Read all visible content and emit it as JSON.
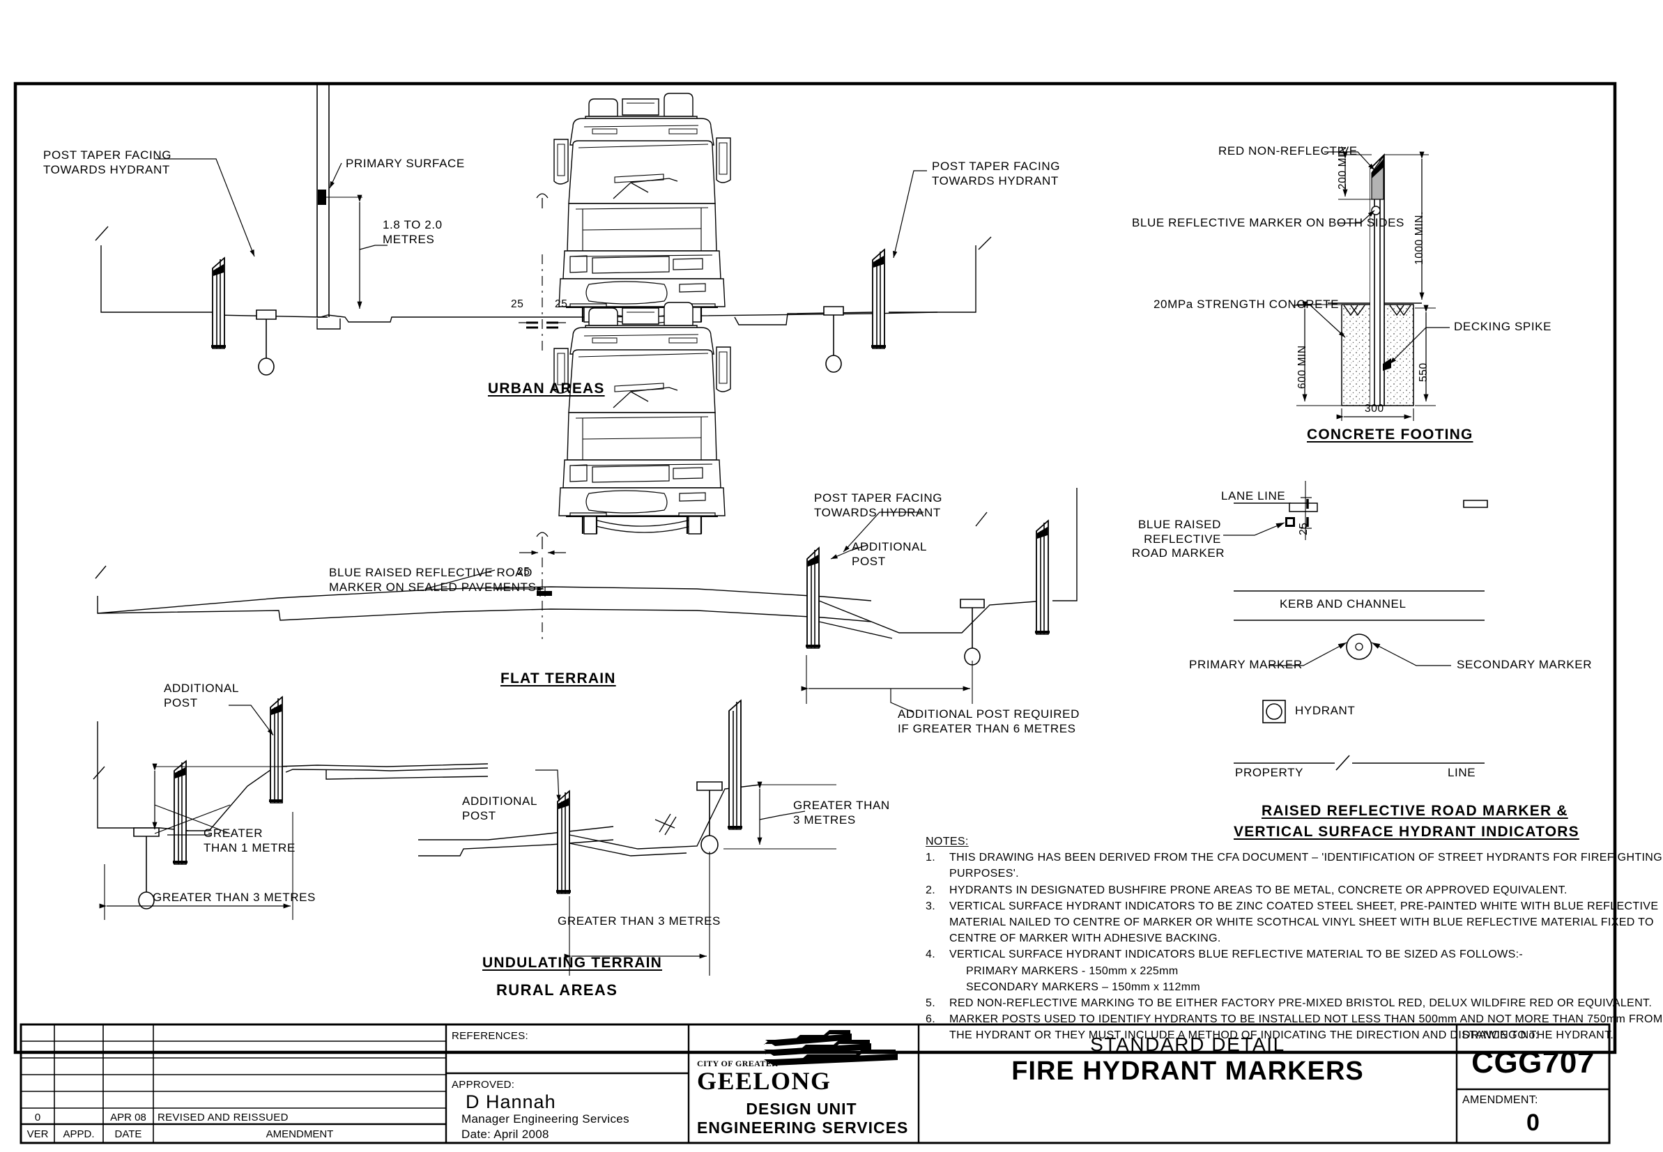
{
  "sheet": {
    "drawing_number_label": "DRAWING No:",
    "drawing_number": "CGG707",
    "amendment_label": "AMENDMENT:",
    "amendment": "0",
    "standard_detail": "STANDARD DETAIL",
    "title": "FIRE HYDRANT MARKERS",
    "references_label": "REFERENCES:",
    "approved_label": "APPROVED:",
    "approved_name": "D Hannah",
    "approved_position": "Manager Engineering Services",
    "approved_date": "Date: April 2008"
  },
  "logo": {
    "city_of_greater": "CITY OF GREATER",
    "geelong": "GEELONG",
    "design_unit": "DESIGN  UNIT",
    "engineering_services": "ENGINEERING  SERVICES"
  },
  "revision_table": {
    "headers": [
      "VER",
      "APPD.",
      "DATE",
      "AMENDMENT"
    ],
    "rows": [
      {
        "ver": "",
        "appd": "",
        "date": "",
        "amendment": ""
      },
      {
        "ver": "",
        "appd": "",
        "date": "",
        "amendment": ""
      },
      {
        "ver": "",
        "appd": "",
        "date": "",
        "amendment": ""
      },
      {
        "ver": "",
        "appd": "",
        "date": "",
        "amendment": ""
      },
      {
        "ver": "",
        "appd": "",
        "date": "",
        "amendment": ""
      },
      {
        "ver": "",
        "appd": "",
        "date": "",
        "amendment": ""
      },
      {
        "ver": "0",
        "appd": "",
        "date": "APR 08",
        "amendment": "REVISED AND REISSUED"
      }
    ]
  },
  "urban": {
    "section_title": "URBAN AREAS",
    "post_taper_left": "POST TAPER FACING\nTOWARDS HYDRANT",
    "post_taper_right": "POST TAPER FACING\nTOWARDS HYDRANT",
    "primary_surface": "PRIMARY SURFACE",
    "height_dim": "1.8 TO 2.0\nMETRES",
    "dim_left": "25",
    "dim_right": "25"
  },
  "flat": {
    "section_title": "FLAT TERRAIN",
    "blue_marker": "BLUE RAISED REFLECTIVE ROAD\nMARKER ON SEALED PAVEMENTS",
    "dim_25": "25",
    "post_taper": "POST TAPER FACING\nTOWARDS HYDRANT",
    "additional_post": "ADDITIONAL\nPOST",
    "additional_required": "ADDITIONAL POST REQUIRED\nIF GREATER THAN 6 METRES"
  },
  "undulating": {
    "section_title": "UNDULATING TERRAIN",
    "rural_title": "RURAL AREAS",
    "left": {
      "additional_post": "ADDITIONAL\nPOST",
      "greater_1m": "GREATER\nTHAN 1 METRE",
      "greater_3m": "GREATER THAN 3 METRES"
    },
    "right": {
      "additional_post": "ADDITIONAL\nPOST",
      "greater_3m_vert": "GREATER THAN\n3 METRES",
      "greater_3m_horiz": "GREATER THAN 3 METRES"
    }
  },
  "footing": {
    "section_title": "CONCRETE FOOTING",
    "red_non_reflective": "RED NON-REFLECTIVE",
    "blue_reflective": "BLUE REFLECTIVE MARKER ON BOTH SIDES",
    "concrete": "20MPa STRENGTH CONCRETE",
    "decking_spike": "DECKING SPIKE",
    "dim_200": "200 MIN",
    "dim_1000": "1000 MIN.",
    "dim_600": "600 MIN",
    "dim_550": "550",
    "dim_300": "300"
  },
  "road_marker": {
    "section_title_line1": "RAISED REFLECTIVE ROAD MARKER &",
    "section_title_line2": "VERTICAL SURFACE HYDRANT INDICATORS",
    "lane_line": "LANE LINE",
    "blue_raised": "BLUE RAISED\nREFLECTIVE\nROAD MARKER",
    "dim_25": "25",
    "kerb_and_channel": "KERB AND CHANNEL",
    "primary_marker": "PRIMARY MARKER",
    "secondary_marker": "SECONDARY MARKER",
    "hydrant": "HYDRANT",
    "property": "PROPERTY",
    "line": "LINE"
  },
  "notes": {
    "heading": "NOTES:",
    "items": [
      {
        "num": "1.",
        "text": "THIS DRAWING HAS BEEN DERIVED FROM THE CFA DOCUMENT – 'IDENTIFICATION OF STREET HYDRANTS FOR FIREFIGHTING\nPURPOSES'."
      },
      {
        "num": "2.",
        "text": "HYDRANTS IN DESIGNATED BUSHFIRE PRONE AREAS TO BE METAL, CONCRETE OR APPROVED EQUIVALENT."
      },
      {
        "num": "3.",
        "text": "VERTICAL SURFACE HYDRANT INDICATORS TO BE ZINC COATED STEEL SHEET, PRE-PAINTED WHITE WITH BLUE REFLECTIVE\nMATERIAL NAILED TO CENTRE OF MARKER OR WHITE SCOTHCAL VINYL SHEET WITH BLUE REFLECTIVE MATERIAL FIXED TO\nCENTRE OF MARKER WITH ADHESIVE BACKING."
      },
      {
        "num": "4.",
        "text": "VERTICAL SURFACE HYDRANT INDICATORS BLUE REFLECTIVE MATERIAL TO BE SIZED AS FOLLOWS:-\n     PRIMARY MARKERS - 150mm x 225mm\n     SECONDARY MARKERS – 150mm x 112mm"
      },
      {
        "num": "5.",
        "text": "RED NON-REFLECTIVE MARKING TO BE EITHER FACTORY PRE-MIXED BRISTOL RED, DELUX WILDFIRE RED OR EQUIVALENT."
      },
      {
        "num": "6.",
        "text": "MARKER POSTS USED TO IDENTIFY HYDRANTS TO BE INSTALLED NOT LESS THAN 500mm AND NOT MORE THAN 750mm FROM\nTHE HYDRANT OR THEY MUST INCLUDE A METHOD OF INDICATING THE DIRECTION AND DISTANCE TO THE HYDRANT."
      }
    ]
  },
  "colors": {
    "line": "#000000",
    "taper_fill": "#b3b3b3",
    "background": "#ffffff"
  }
}
